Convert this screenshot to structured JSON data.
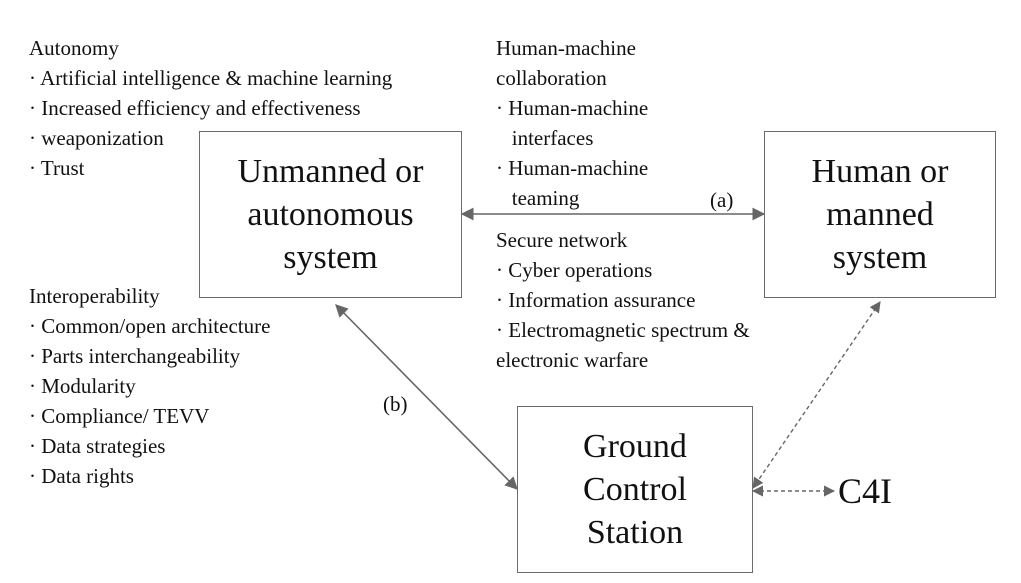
{
  "autonomy": {
    "heading": "Autonomy",
    "items": [
      "· Artificial intelligence & machine learning",
      "· Increased efficiency and effectiveness",
      "· weaponization",
      "· Trust"
    ]
  },
  "collaboration": {
    "heading_line1": "Human-machine",
    "heading_line2": "collaboration",
    "items": [
      "· Human-machine",
      "   interfaces",
      "· Human-machine",
      "   teaming"
    ]
  },
  "secure_network": {
    "heading": "Secure network",
    "items": [
      "· Cyber operations",
      "· Information assurance",
      "· Electromagnetic spectrum &",
      "electronic warfare"
    ]
  },
  "interoperability": {
    "heading": "Interoperability",
    "items": [
      "· Common/open architecture",
      "· Parts interchangeability",
      "· Modularity",
      "· Compliance/ TEVV",
      "· Data strategies",
      "· Data rights"
    ]
  },
  "boxes": {
    "unmanned": "Unmanned or\nautonomous\nsystem",
    "manned": "Human or\nmanned\nsystem",
    "ground": "Ground\nControl\nStation"
  },
  "labels": {
    "a": "(a)",
    "b": "(b)",
    "c4i": "C4I"
  },
  "colors": {
    "border": "#6b6b6b",
    "arrow": "#666666",
    "text": "#111111"
  }
}
